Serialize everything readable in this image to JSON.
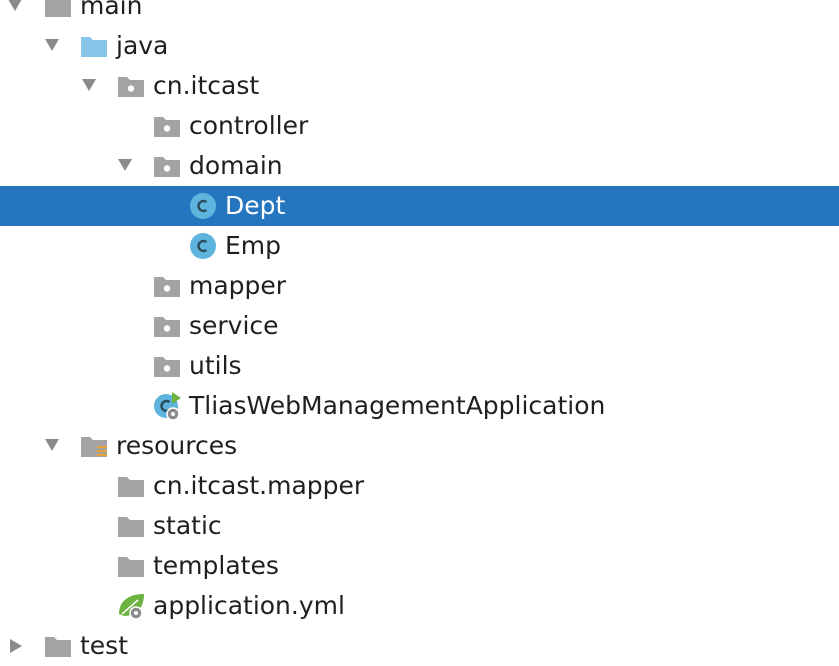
{
  "tree": {
    "main": "main",
    "java": "java",
    "cn_itcast": "cn.itcast",
    "controller": "controller",
    "domain": "domain",
    "dept": "Dept",
    "emp": "Emp",
    "mapper": "mapper",
    "service": "service",
    "utils": "utils",
    "app_class": "TliasWebManagementApplication",
    "resources": "resources",
    "res_mapper": "cn.itcast.mapper",
    "static": "static",
    "templates": "templates",
    "application_yml": "application.yml",
    "test": "test"
  },
  "colors": {
    "selection": "#2675bf",
    "java_folder": "#87c6e8",
    "folder": "#a3a3a3",
    "class_icon": "#5fb4dd",
    "spring": "#6db33f"
  }
}
